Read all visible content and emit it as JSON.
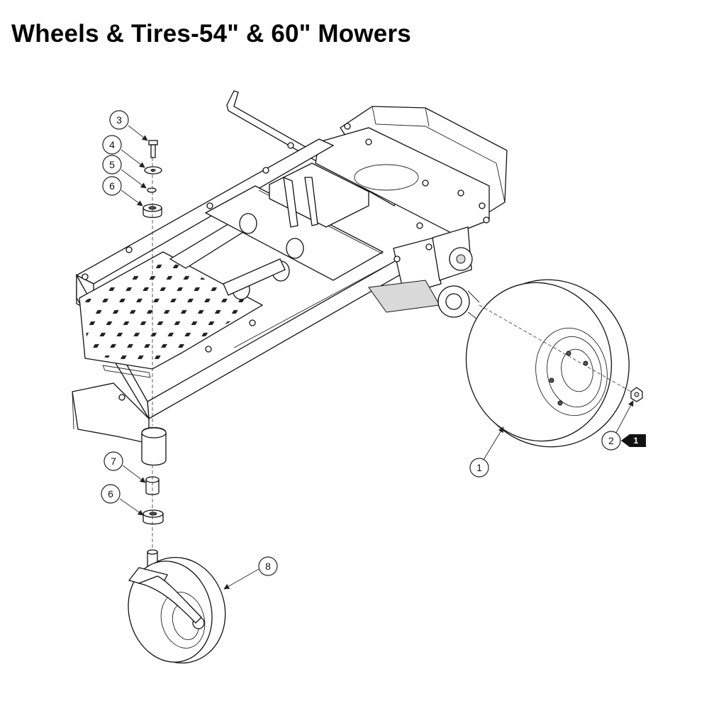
{
  "page": {
    "title": "Wheels & Tires-54\" & 60\" Mowers"
  },
  "callouts": [
    "3",
    "4",
    "5",
    "6",
    "7",
    "6",
    "8",
    "1",
    "2"
  ],
  "note_badge": "1"
}
